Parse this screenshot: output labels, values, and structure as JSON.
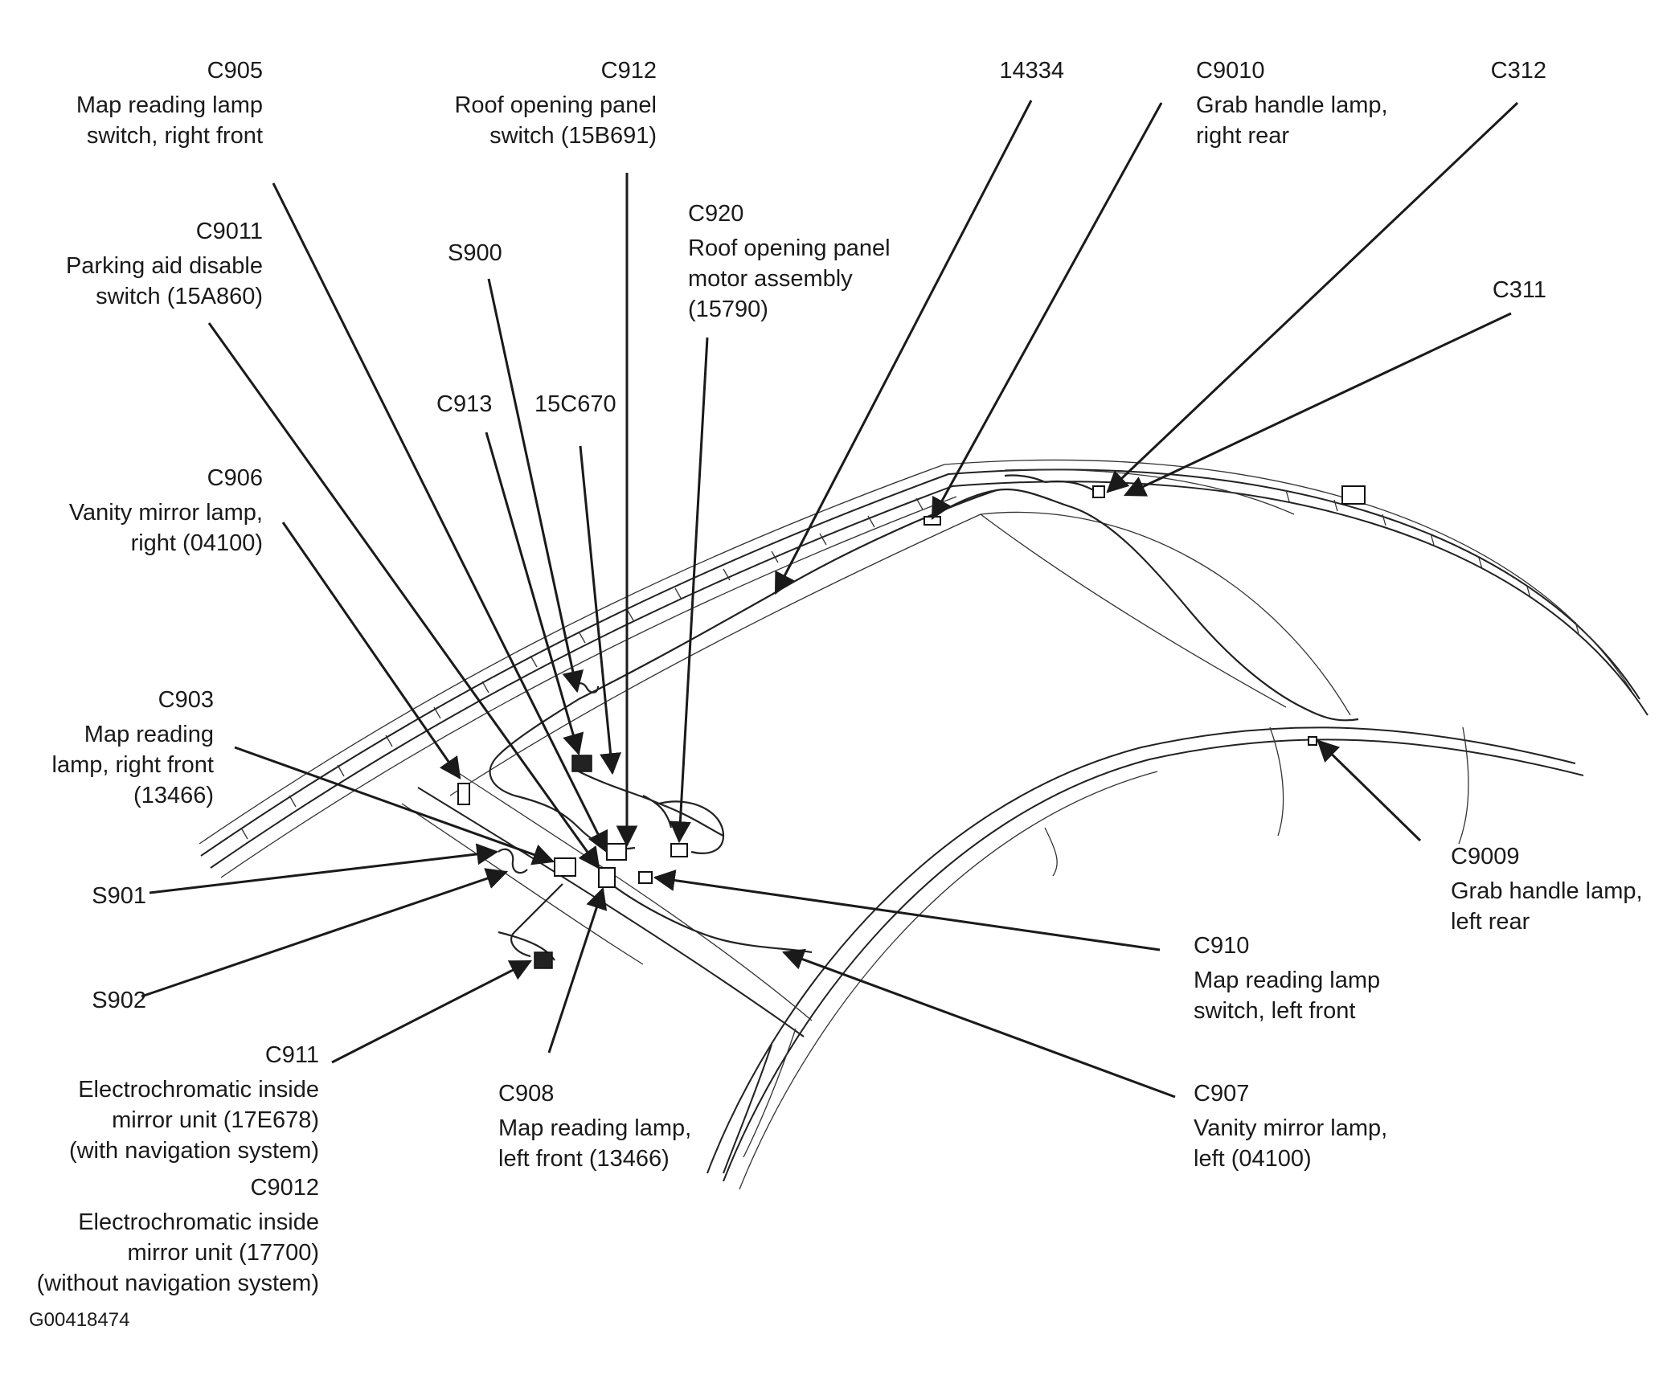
{
  "labels": {
    "c905": {
      "code": "C905",
      "lines": [
        "Map reading lamp",
        "switch, right front"
      ]
    },
    "c912": {
      "code": "C912",
      "lines": [
        "Roof opening panel",
        "switch (15B691)"
      ]
    },
    "p14334": {
      "code": "14334",
      "lines": []
    },
    "c9010": {
      "code": "C9010",
      "lines": [
        "Grab handle lamp,",
        "right rear"
      ]
    },
    "c312": {
      "code": "C312",
      "lines": []
    },
    "c9011": {
      "code": "C9011",
      "lines": [
        "Parking aid disable",
        "switch (15A860)"
      ]
    },
    "s900": {
      "code": "S900",
      "lines": []
    },
    "c920": {
      "code": "C920",
      "lines": [
        "Roof opening panel",
        "motor assembly",
        "(15790)"
      ]
    },
    "c311": {
      "code": "C311",
      "lines": []
    },
    "c913": {
      "code": "C913",
      "lines": []
    },
    "p15c670": {
      "code": "15C670",
      "lines": []
    },
    "c906": {
      "code": "C906",
      "lines": [
        "Vanity mirror lamp,",
        "right (04100)"
      ]
    },
    "c903": {
      "code": "C903",
      "lines": [
        "Map reading",
        "lamp, right front",
        "(13466)"
      ]
    },
    "s901": {
      "code": "S901",
      "lines": []
    },
    "s902": {
      "code": "S902",
      "lines": []
    },
    "c9009": {
      "code": "C9009",
      "lines": [
        "Grab handle lamp,",
        "left rear"
      ]
    },
    "c910": {
      "code": "C910",
      "lines": [
        "Map reading lamp",
        "switch, left front"
      ]
    },
    "c911": {
      "code": "C911",
      "lines": [
        "Electrochromatic inside",
        "mirror unit (17E678)",
        "(with navigation system)"
      ]
    },
    "c9012": {
      "code": "C9012",
      "lines": [
        "Electrochromatic inside",
        "mirror unit (17700)",
        "(without navigation system)"
      ]
    },
    "c908": {
      "code": "C908",
      "lines": [
        "Map reading lamp,",
        "left front (13466)"
      ]
    },
    "c907": {
      "code": "C907",
      "lines": [
        "Vanity mirror lamp,",
        "left (04100)"
      ]
    }
  },
  "figure_ref": "G00418474",
  "colors": {
    "ink": "#1a1a1a",
    "background": "#ffffff"
  }
}
